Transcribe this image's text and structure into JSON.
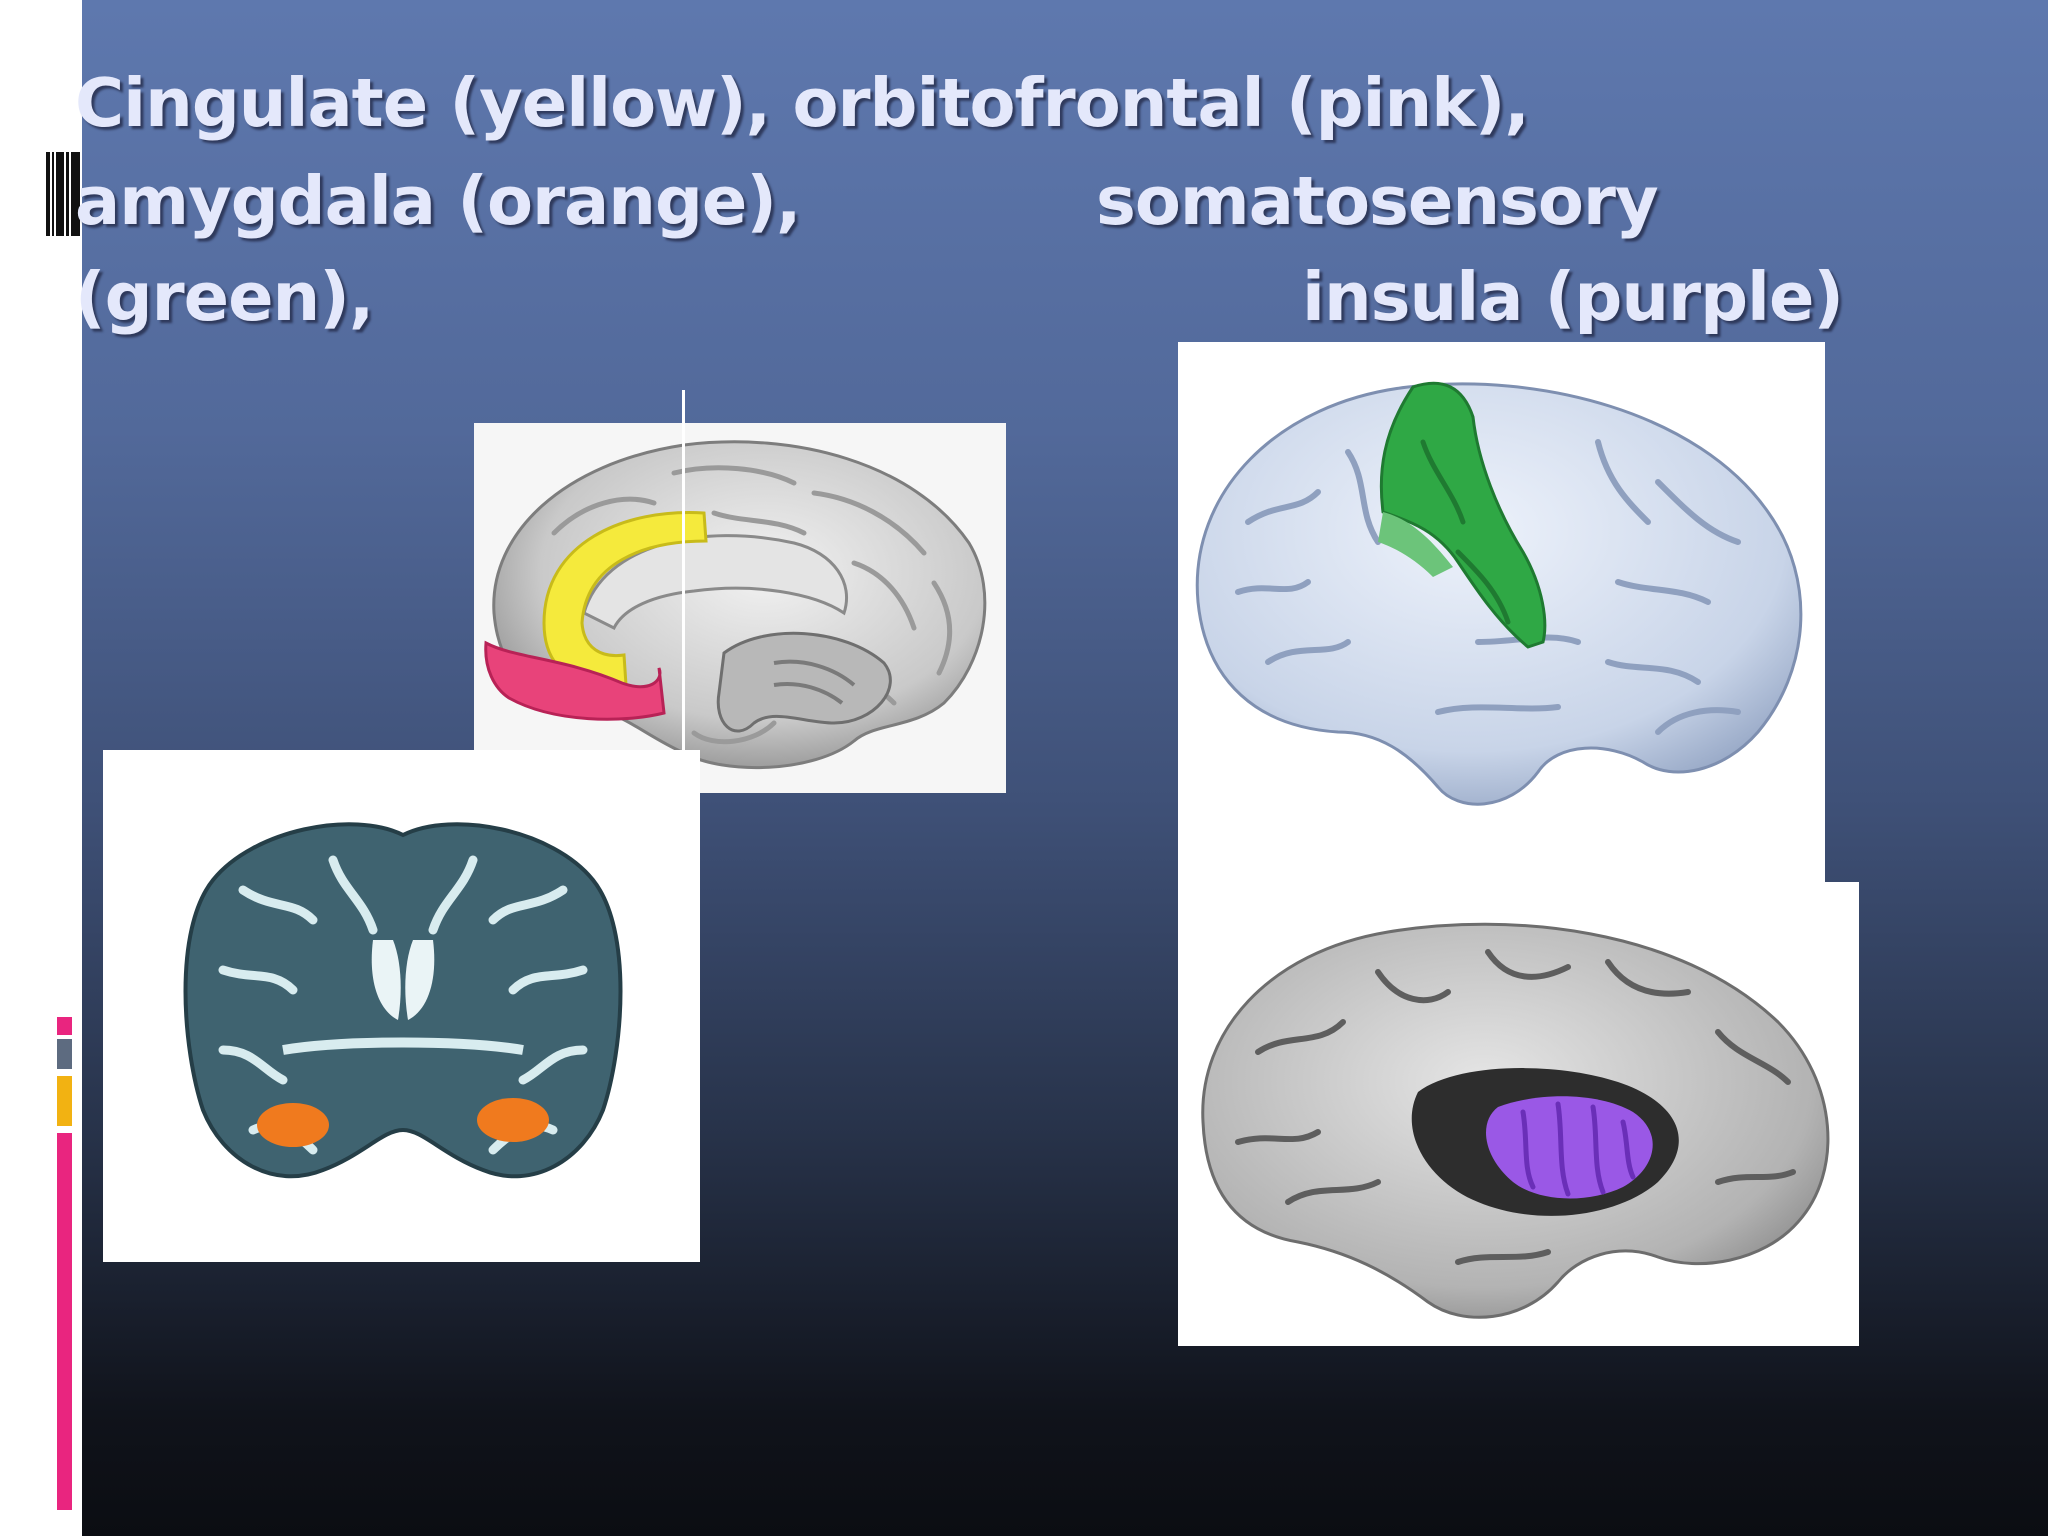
{
  "slide": {
    "title_lines": [
      "Cingulate (yellow), orbitofrontal (pink),",
      "amygdala (orange),",
      "somatosensory",
      "(green),",
      "insula (purple)"
    ]
  },
  "images": {
    "medial_brain": {
      "icon": "medial-brain-illustration",
      "highlights": [
        "yellow",
        "pink"
      ]
    },
    "coronal_slice": {
      "icon": "coronal-brain-slice",
      "highlights": [
        "orange"
      ]
    },
    "lateral_brain": {
      "icon": "lateral-brain-illustration",
      "highlights": [
        "green"
      ]
    },
    "insula_brain": {
      "icon": "lateral-brain-insula-exposed",
      "highlights": [
        "purple"
      ]
    }
  },
  "colors": {
    "cingulate": "#f5ea3c",
    "orbitofrontal": "#e8437a",
    "amygdala": "#f07a1e",
    "somatosensory": "#2fa845",
    "insula": "#9a58e6",
    "accent_pink": "#e9257f",
    "accent_gold": "#f2b212",
    "accent_gray": "#5d6b80"
  }
}
